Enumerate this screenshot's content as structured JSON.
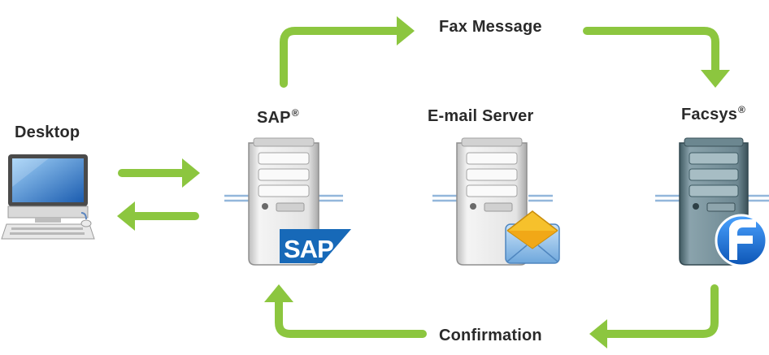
{
  "nodes": {
    "desktop": {
      "label": "Desktop"
    },
    "sap": {
      "label": "SAP",
      "mark": "®",
      "logo_text": "SAP",
      "logo_color": "#1769b8"
    },
    "email": {
      "label": "E-mail Server"
    },
    "facsys": {
      "label": "Facsys",
      "mark": "®",
      "badge_letter": "F",
      "badge_color": "#1a6fd1"
    }
  },
  "flows": {
    "fax_message": {
      "label": "Fax Message"
    },
    "confirmation": {
      "label": "Confirmation"
    }
  },
  "colors": {
    "arrow": "#8cc63f",
    "label": "#2a2a2a",
    "server_light": "#e6e6e6",
    "server_dark": "#5e7b86",
    "network_line": "#6f9fcf"
  },
  "icons": [
    "desktop-computer-icon",
    "server-icon",
    "sap-logo-icon",
    "envelope-icon",
    "facsys-logo-icon"
  ]
}
